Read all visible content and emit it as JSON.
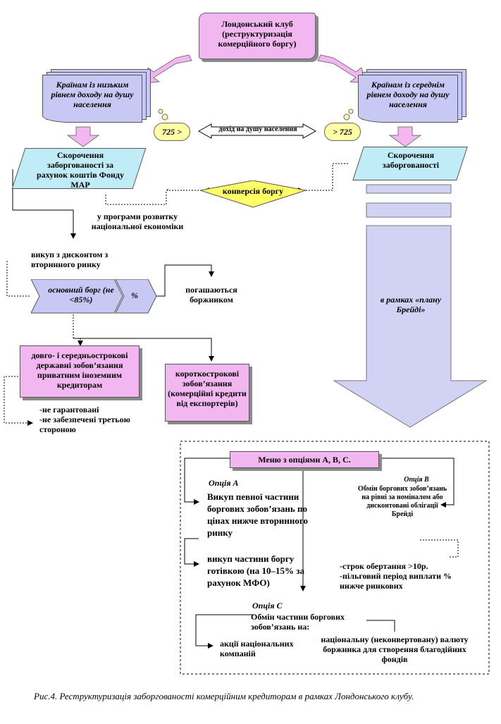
{
  "title_box": "Лондонський клуб (реструктуризація комерційного боргу)",
  "low_income": "Країнам із низьким рівнем доходу на душу населення",
  "mid_income": "Країнам із середнім рівнем доходу на душу населення",
  "threshold_left": "725 >",
  "threshold_right": "> 725",
  "income_label": "дохід на душу населення",
  "reduce_left": "Скорочення заборгованості за рахунок коштів Фонду МАР",
  "reduce_right": "Скорочення заборгованості",
  "conversion": "конверсія боргу",
  "dev_programs": "у програми розвитку національної економіки",
  "buyback": "викуп з дисконтом з вторинного ринку",
  "principal": "основний борг (не <85%)",
  "percent": "%",
  "repaid": "погашаються боржником",
  "brady": "в рамках «плану Брейді»",
  "long_term": "довго- і середньострокові державні зобов’язання приватним іноземним кредиторам",
  "short_term": "короткострокові зобов’язання (комерційні кредити від експортерів)",
  "non_guaranteed": "-не гарантовані\n-не забезпечені третьою стороною",
  "menu": "Меню з опціями А, В, С.",
  "option_a_title": "Опція А",
  "option_a_1": "Викуп певної частини боргових зобов’язань по цінах нижче вторинного ринку",
  "option_a_2": "викуп частини боргу готівкою (на 10–15% за рахунок МФО)",
  "option_b_title": "Опція В",
  "option_b_text": "Обмін боргових зобов’язань на рівні за номіналом або дисконтовані облігації Брейді",
  "option_b_terms": "-строк обертання >10р. -пільговий період виплати % нижче ринкових",
  "option_c_title": "Опція С",
  "option_c_text": "Обмін частини боргових зобов’язань на:",
  "option_c_1": "акції національних компаній",
  "option_c_2": "національну (неконвертовану) валюту боржника для створення благодійних фондів",
  "caption": "Рис.4. Реструктуризація заборгованості комерційним кредиторам в рамках Лондонського клубу.",
  "colors": {
    "pink": "#f2b7f0",
    "lavender": "#c8c8f4",
    "cyan": "#c0ecf8",
    "yellow": "#ffff66",
    "light_yellow": "#ffffa6",
    "arrow_blue": "#d2d2f4"
  }
}
